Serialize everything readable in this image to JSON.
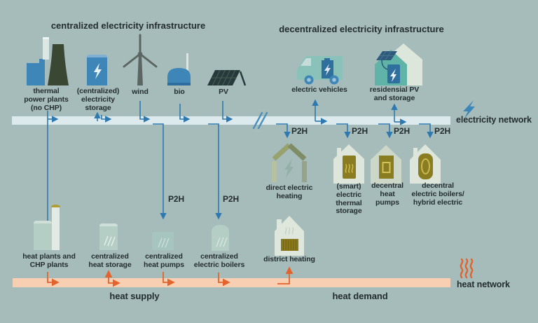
{
  "headings": {
    "centralized": "centralized electricity infrastructure",
    "decentralized": "decentralized electricity infrastructure"
  },
  "networks": {
    "electricity": {
      "label": "electricity network",
      "icon": "lightning-icon",
      "color": "#3e86b8",
      "band_color": "#dceaee"
    },
    "heat": {
      "label": "heat network",
      "icon": "heat-waves-icon",
      "color": "#e2632c",
      "band_color": "#f8cfb3"
    }
  },
  "p2h": {
    "label": "P2H"
  },
  "nodes": {
    "thermal": {
      "label": "thermal\npower plants\n(no CHP)",
      "icon": "power-plant-icon"
    },
    "storage": {
      "label": "(centralized)\nelectricity\nstorage",
      "icon": "battery-tank-icon"
    },
    "wind": {
      "label": "wind",
      "icon": "wind-turbine-icon"
    },
    "bio": {
      "label": "bio",
      "icon": "biogas-tank-icon"
    },
    "pv": {
      "label": "PV",
      "icon": "solar-panel-icon"
    },
    "ev": {
      "label": "electric vehicles",
      "icon": "electric-van-icon"
    },
    "respv": {
      "label": "residensial PV\nand storage",
      "icon": "house-pv-battery-icon"
    },
    "heat_plants": {
      "label": "heat plants and\nCHP plants",
      "icon": "heat-plant-icon"
    },
    "c_heat_storage": {
      "label": "centralized\nheat storage",
      "icon": "heat-storage-tank-icon"
    },
    "c_heat_pumps": {
      "label": "centralized\nheat pumps",
      "icon": "heat-pump-box-icon"
    },
    "c_boilers": {
      "label": "centralized\nelectric boilers",
      "icon": "boiler-tank-icon"
    },
    "direct_heating": {
      "label": "direct electric\nheating",
      "icon": "house-outline-bolt-icon"
    },
    "smart_storage": {
      "label": "(smart)\nelectric\nthermal\nstorage",
      "icon": "house-thermal-tank-icon"
    },
    "d_heat_pumps": {
      "label": "decentral\nheat\npumps",
      "icon": "house-heat-pump-icon"
    },
    "d_boilers": {
      "label": "decentral\nelectric boilers/\nhybrid electric",
      "icon": "house-boiler-icon"
    },
    "district": {
      "label": "district heating",
      "icon": "house-radiator-icon"
    }
  },
  "footer": {
    "heat_supply": "heat supply",
    "heat_demand": "heat demand"
  },
  "colors": {
    "background": "#a6bcba",
    "arrow_blue": "#2e79af",
    "arrow_orange": "#e2632c",
    "icon_blue": "#3e86b8",
    "cooling_tower_green": "#3a4733",
    "wind_gray": "#5b6662",
    "sage_tank": "#b5cec5",
    "olive_appliance": "#8a7c20",
    "pale_house": "#dee6dc",
    "teal_house": "#5fb3a7",
    "text": "#242d2f"
  }
}
